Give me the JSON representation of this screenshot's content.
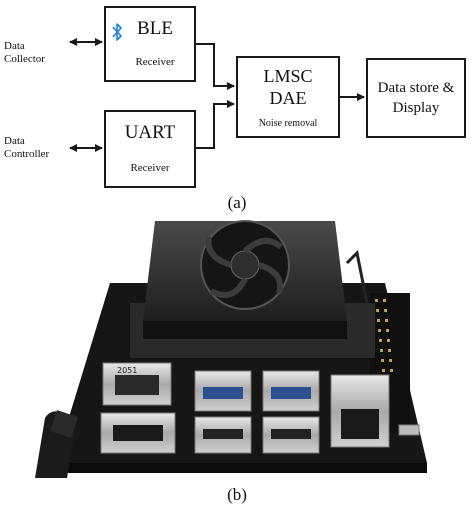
{
  "diagram": {
    "left_labels": {
      "data_collector": [
        "Data",
        "Collector"
      ],
      "data_controller": [
        "Data",
        "Controller"
      ]
    },
    "ble_box": {
      "title": "BLE",
      "subtitle": "Receiver",
      "icon": "bluetooth-icon"
    },
    "uart_box": {
      "title": "UART",
      "subtitle": "Receiver"
    },
    "lmsc_box": {
      "line1": "LMSC",
      "line2": "DAE",
      "subtitle": "Noise removal"
    },
    "store_box": {
      "line1": "Data store &",
      "line2": "Display"
    },
    "caption_a": "(a)"
  },
  "photo": {
    "chip_text": "2051",
    "caption_b": "(b)"
  },
  "colors": {
    "bluetooth": "#1e7fd8",
    "line": "#1a1a1a"
  }
}
